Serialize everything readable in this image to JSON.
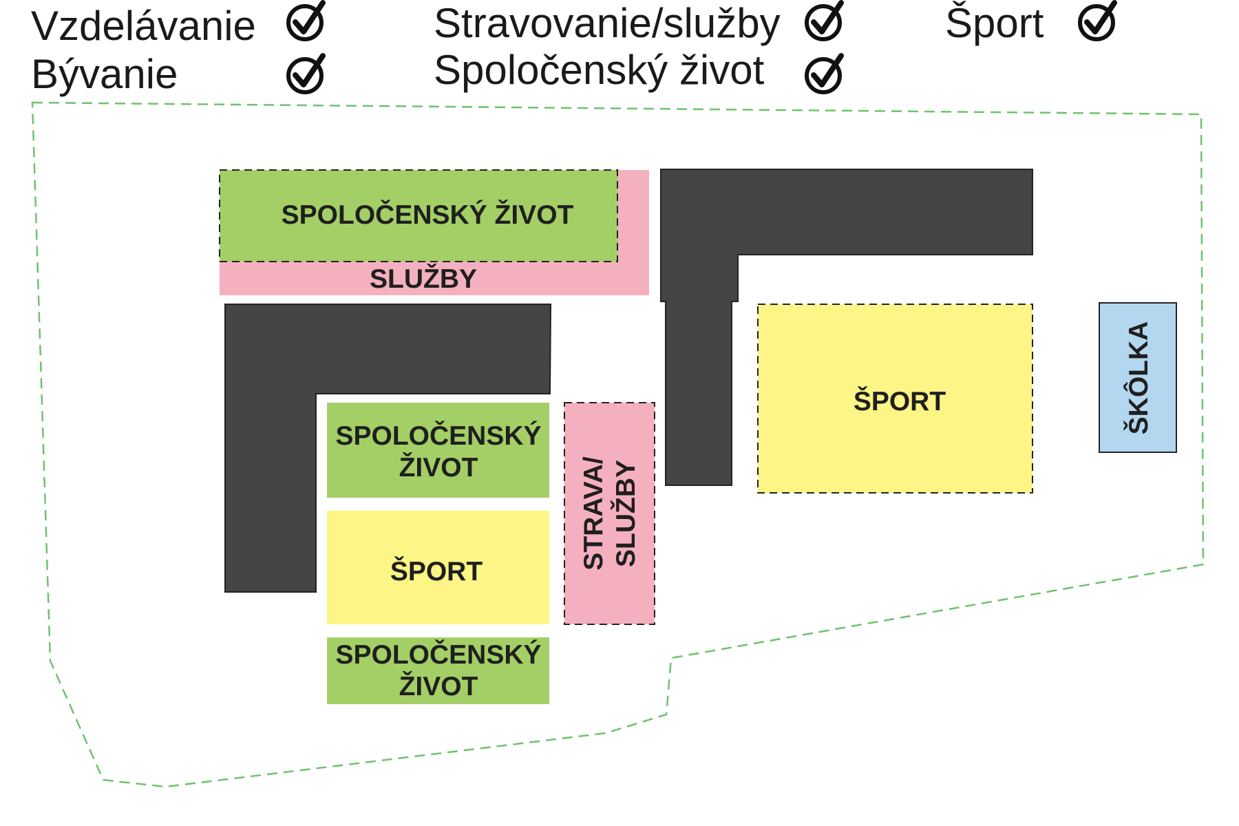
{
  "legend": {
    "items": [
      {
        "label": "Vzdelávanie",
        "checked": true
      },
      {
        "label": "Bývanie",
        "checked": true
      },
      {
        "label": "Stravovanie/služby",
        "checked": true
      },
      {
        "label": "Spoločenský život",
        "checked": true
      },
      {
        "label": "Šport",
        "checked": true
      }
    ]
  },
  "zones": {
    "spol_top": "SPOLOČENSKÝ ŽIVOT",
    "sluzby": "SLUŽBY",
    "spol_mid_1": "SPOLOČENSKÝ",
    "spol_mid_2": "ŽIVOT",
    "sport_left": "ŠPORT",
    "spol_bottom_1": "SPOLOČENSKÝ",
    "spol_bottom_2": "ŽIVOT",
    "strava_1": "STRAVA/",
    "strava_2": "SLUŽBY",
    "sport_right": "ŠPORT",
    "skolka": "ŠKÔLKA"
  },
  "colors": {
    "social": "#a3cf66",
    "services": "#f5b0c0",
    "sport": "#fdf586",
    "kindergarten": "#b4d7f0",
    "building": "#454547",
    "boundary": "#6cc36a"
  }
}
